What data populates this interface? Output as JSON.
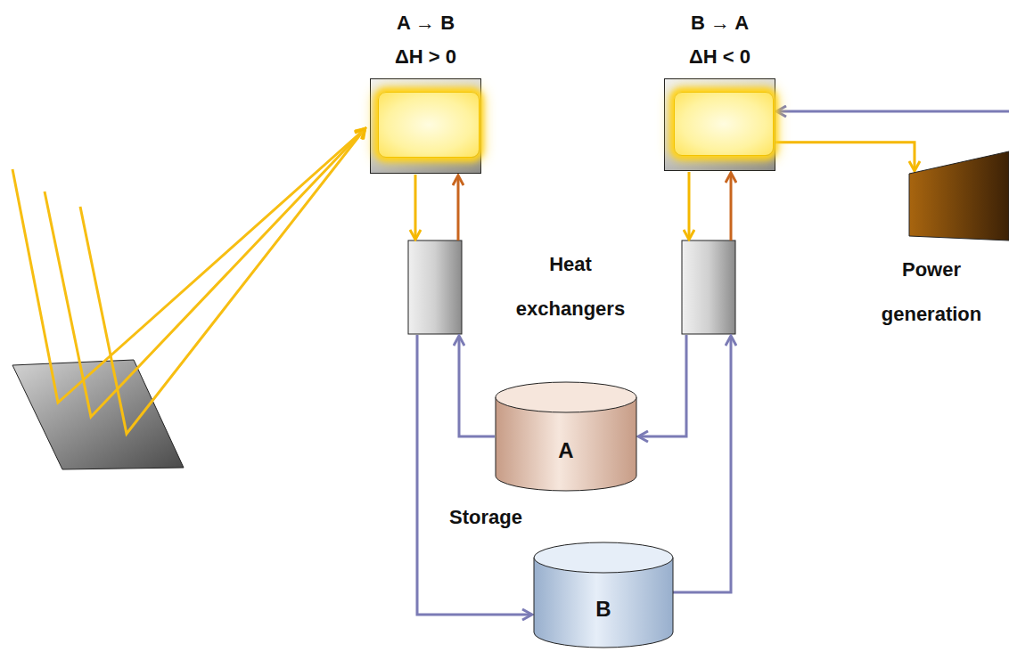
{
  "diagram": {
    "nodes": [
      {
        "text": [
          "A → B",
          "ΔH > 0"
        ]
      },
      {
        "text": [
          "B → A",
          "ΔH < 0"
        ]
      },
      {
        "text": [
          "Power generation"
        ]
      },
      {
        "text": [
          "A"
        ]
      },
      {
        "text": [
          "B"
        ]
      }
    ],
    "edges": [
      {
        "from": 1,
        "to": 2,
        "arrow": "to"
      }
    ],
    "labels": [
      "Heat exchangers",
      "Storage"
    ]
  }
}
